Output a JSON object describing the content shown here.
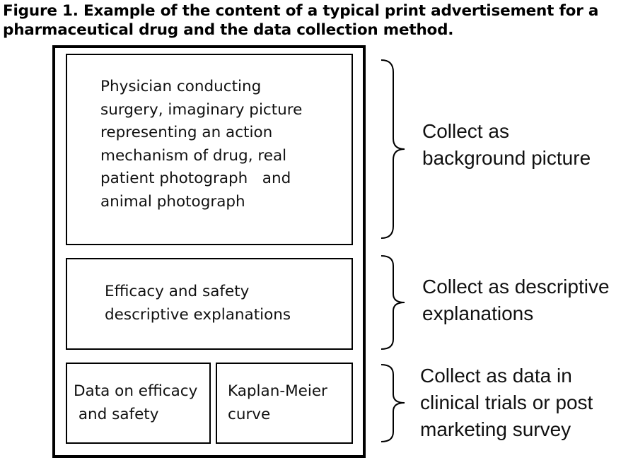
{
  "figure": {
    "title_lines": [
      "Figure 1. Example of the content of a typical print advertisement for a",
      "pharmaceutical drug and the data collection method."
    ]
  },
  "boxes": {
    "picture": {
      "lines": [
        "Physician conducting",
        "surgery, imaginary picture",
        "representing an action",
        "mechanism of drug, real",
        "patient photograph   and",
        "animal photograph"
      ]
    },
    "descriptive": {
      "lines": [
        "Efficacy and safety",
        "descriptive explanations"
      ]
    },
    "data": {
      "lines": [
        "Data on efficacy",
        " and safety"
      ]
    },
    "kaplan": {
      "lines": [
        "Kaplan-Meier",
        "curve"
      ]
    }
  },
  "labels": {
    "background": [
      "Collect as",
      "background picture"
    ],
    "descriptive": [
      "Collect as descriptive",
      "explanations"
    ],
    "clinical": [
      "Collect as data in",
      "clinical trials or post",
      "marketing survey"
    ]
  }
}
